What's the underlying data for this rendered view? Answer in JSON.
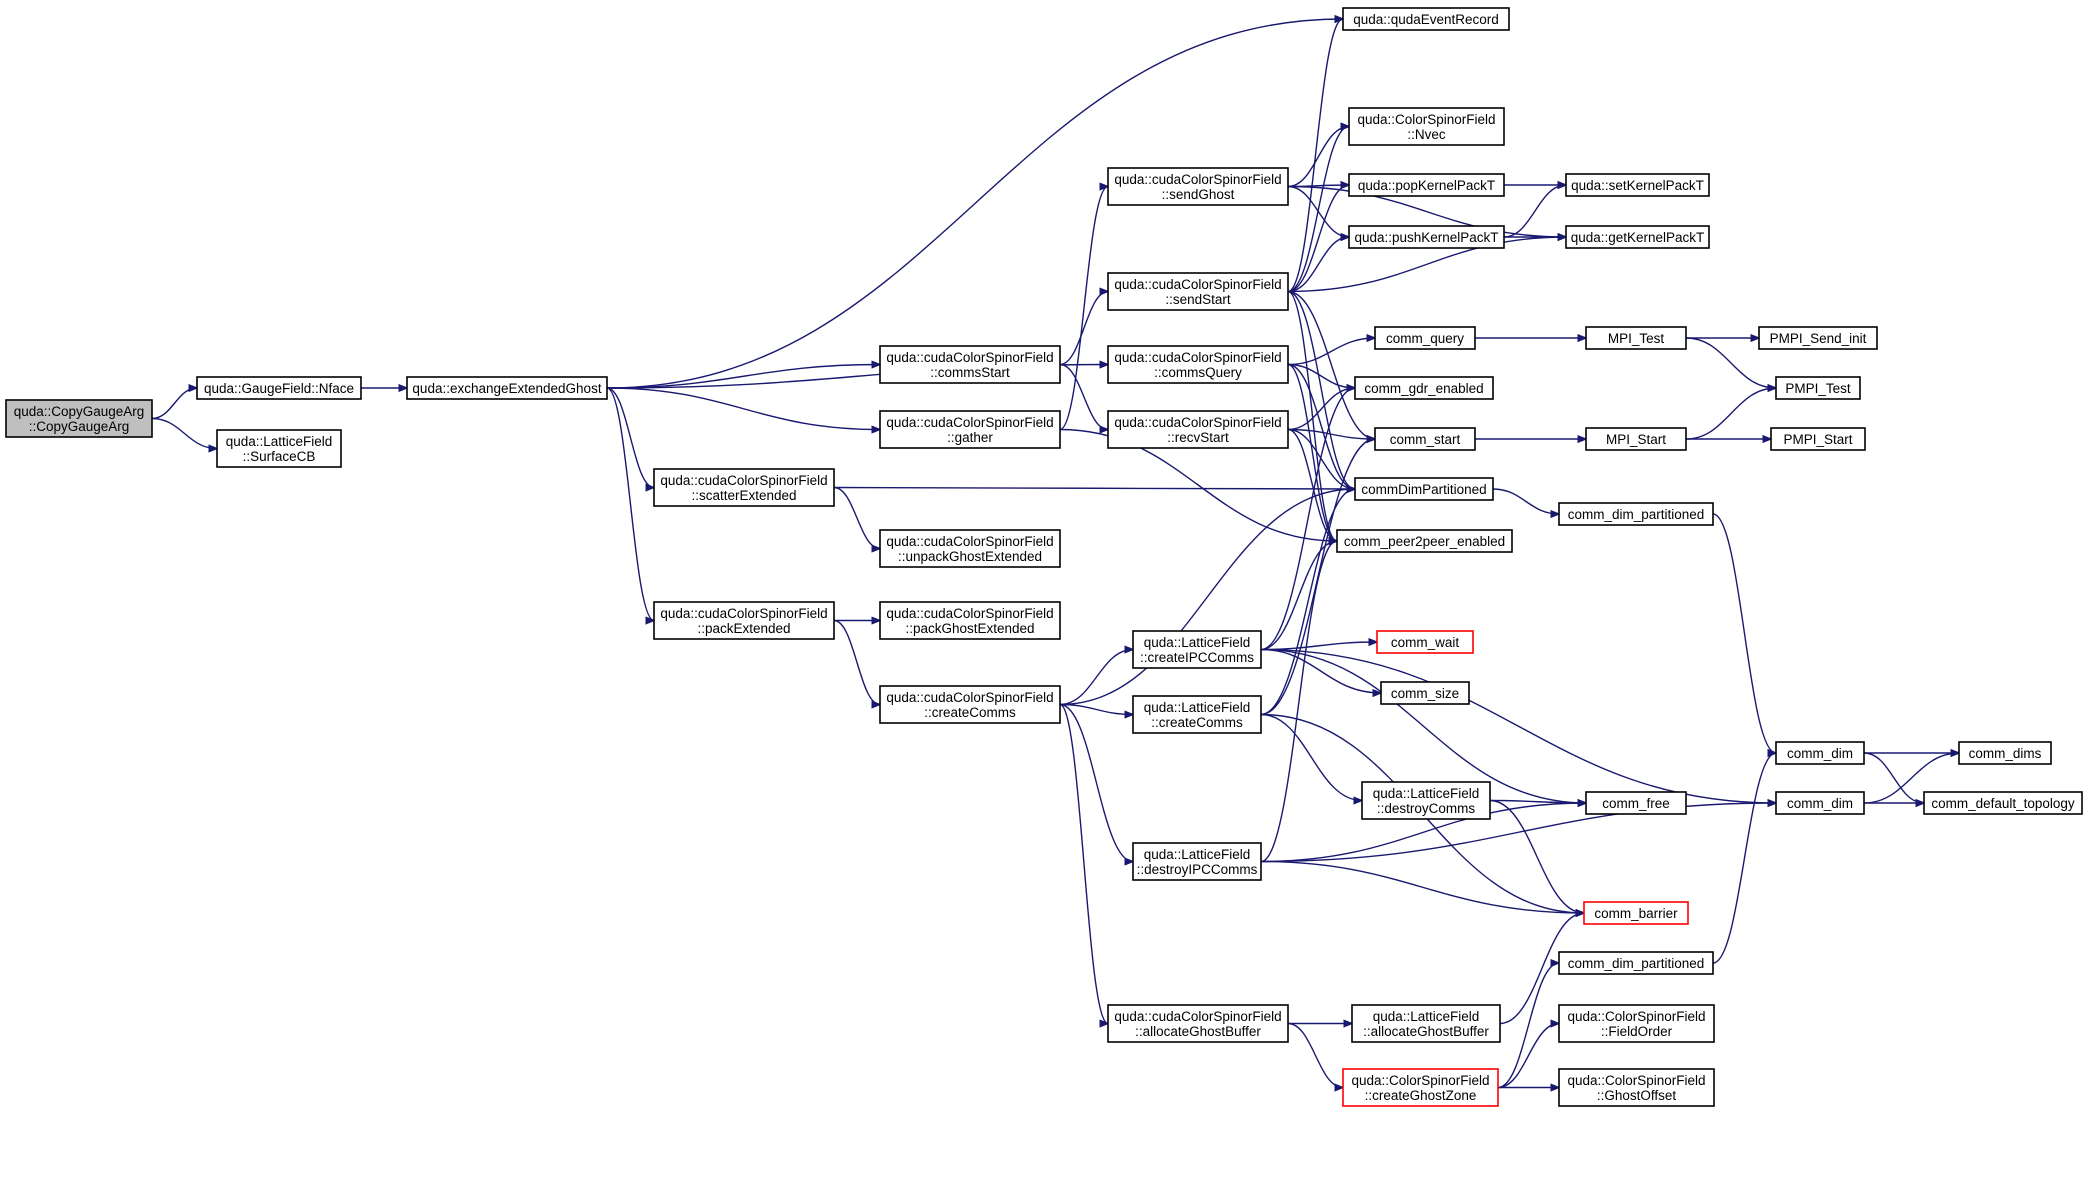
{
  "colors": {
    "edge": "#191970",
    "node_border": "#000000",
    "node_border_truncated": "#ff0000",
    "root_fill": "#bfbfbf",
    "node_fill": "#ffffff",
    "background": "#ffffff"
  },
  "nodes": [
    {
      "id": "copy",
      "lines": [
        "quda::CopyGaugeArg",
        "::CopyGaugeArg"
      ],
      "root": true
    },
    {
      "id": "nface",
      "lines": [
        "quda::GaugeField::Nface"
      ]
    },
    {
      "id": "surfcb",
      "lines": [
        "quda::LatticeField",
        "::SurfaceCB"
      ]
    },
    {
      "id": "exch",
      "lines": [
        "quda::exchangeExtendedGhost"
      ]
    },
    {
      "id": "commsStart",
      "lines": [
        "quda::cudaColorSpinorField",
        "::commsStart"
      ]
    },
    {
      "id": "gather",
      "lines": [
        "quda::cudaColorSpinorField",
        "::gather"
      ]
    },
    {
      "id": "scatterExt",
      "lines": [
        "quda::cudaColorSpinorField",
        "::scatterExtended"
      ]
    },
    {
      "id": "packExt",
      "lines": [
        "quda::cudaColorSpinorField",
        "::packExtended"
      ]
    },
    {
      "id": "unpackGE",
      "lines": [
        "quda::cudaColorSpinorField",
        "::unpackGhostExtended"
      ]
    },
    {
      "id": "packGE",
      "lines": [
        "quda::cudaColorSpinorField",
        "::packGhostExtended"
      ]
    },
    {
      "id": "createComms",
      "lines": [
        "quda::cudaColorSpinorField",
        "::createComms"
      ]
    },
    {
      "id": "sendGhost",
      "lines": [
        "quda::cudaColorSpinorField",
        "::sendGhost"
      ]
    },
    {
      "id": "sendStart",
      "lines": [
        "quda::cudaColorSpinorField",
        "::sendStart"
      ]
    },
    {
      "id": "commsQuery",
      "lines": [
        "quda::cudaColorSpinorField",
        "::commsQuery"
      ]
    },
    {
      "id": "recvStart",
      "lines": [
        "quda::cudaColorSpinorField",
        "::recvStart"
      ]
    },
    {
      "id": "lfCreateIPC",
      "lines": [
        "quda::LatticeField",
        "::createIPCComms"
      ]
    },
    {
      "id": "lfCreateComms",
      "lines": [
        "quda::LatticeField",
        "::createComms"
      ]
    },
    {
      "id": "lfDestroyIPC",
      "lines": [
        "quda::LatticeField",
        "::destroyIPCComms"
      ]
    },
    {
      "id": "allocGB",
      "lines": [
        "quda::cudaColorSpinorField",
        "::allocateGhostBuffer"
      ]
    },
    {
      "id": "qudaEvent",
      "lines": [
        "quda::qudaEventRecord"
      ]
    },
    {
      "id": "nvec",
      "lines": [
        "quda::ColorSpinorField",
        "::Nvec"
      ]
    },
    {
      "id": "popK",
      "lines": [
        "quda::popKernelPackT"
      ]
    },
    {
      "id": "pushK",
      "lines": [
        "quda::pushKernelPackT"
      ]
    },
    {
      "id": "commQuery",
      "lines": [
        "comm_query"
      ]
    },
    {
      "id": "gdr",
      "lines": [
        "comm_gdr_enabled"
      ]
    },
    {
      "id": "commStart",
      "lines": [
        "comm_start"
      ]
    },
    {
      "id": "cdp",
      "lines": [
        "commDimPartitioned"
      ]
    },
    {
      "id": "p2p",
      "lines": [
        "comm_peer2peer_enabled"
      ]
    },
    {
      "id": "commWait",
      "lines": [
        "comm_wait"
      ],
      "truncated": true
    },
    {
      "id": "commSize",
      "lines": [
        "comm_size"
      ]
    },
    {
      "id": "lfDestroyComms",
      "lines": [
        "quda::LatticeField",
        "::destroyComms"
      ]
    },
    {
      "id": "lfAllocGB",
      "lines": [
        "quda::LatticeField",
        "::allocateGhostBuffer"
      ]
    },
    {
      "id": "createGZ",
      "lines": [
        "quda::ColorSpinorField",
        "::createGhostZone"
      ],
      "truncated": true
    },
    {
      "id": "setK",
      "lines": [
        "quda::setKernelPackT"
      ]
    },
    {
      "id": "getK",
      "lines": [
        "quda::getKernelPackT"
      ]
    },
    {
      "id": "mpiTest",
      "lines": [
        "MPI_Test"
      ]
    },
    {
      "id": "mpiStart",
      "lines": [
        "MPI_Start"
      ]
    },
    {
      "id": "cdp2",
      "lines": [
        "comm_dim_partitioned"
      ]
    },
    {
      "id": "commFree",
      "lines": [
        "comm_free"
      ]
    },
    {
      "id": "commBarrier",
      "lines": [
        "comm_barrier"
      ],
      "truncated": true
    },
    {
      "id": "cdp3",
      "lines": [
        "comm_dim_partitioned"
      ]
    },
    {
      "id": "fieldOrder",
      "lines": [
        "quda::ColorSpinorField",
        "::FieldOrder"
      ]
    },
    {
      "id": "ghostOffset",
      "lines": [
        "quda::ColorSpinorField",
        "::GhostOffset"
      ]
    },
    {
      "id": "pmpiSendInit",
      "lines": [
        "PMPI_Send_init"
      ]
    },
    {
      "id": "pmpiTest",
      "lines": [
        "PMPI_Test"
      ]
    },
    {
      "id": "pmpiStart",
      "lines": [
        "PMPI_Start"
      ]
    },
    {
      "id": "commDim1",
      "lines": [
        "comm_dim"
      ]
    },
    {
      "id": "commDim2",
      "lines": [
        "comm_dim"
      ]
    },
    {
      "id": "commDims",
      "lines": [
        "comm_dims"
      ]
    },
    {
      "id": "commDefTopo",
      "lines": [
        "comm_default_topology"
      ]
    }
  ],
  "edges": [
    [
      "copy",
      "nface"
    ],
    [
      "copy",
      "surfcb"
    ],
    [
      "nface",
      "exch"
    ],
    [
      "exch",
      "qudaEvent"
    ],
    [
      "exch",
      "commsStart"
    ],
    [
      "exch",
      "gather"
    ],
    [
      "exch",
      "commsQuery"
    ],
    [
      "exch",
      "scatterExt"
    ],
    [
      "exch",
      "packExt"
    ],
    [
      "commsStart",
      "sendStart"
    ],
    [
      "commsStart",
      "recvStart"
    ],
    [
      "gather",
      "sendGhost"
    ],
    [
      "gather",
      "p2p"
    ],
    [
      "scatterExt",
      "cdp"
    ],
    [
      "scatterExt",
      "unpackGE"
    ],
    [
      "packExt",
      "packGE"
    ],
    [
      "packExt",
      "createComms"
    ],
    [
      "createComms",
      "cdp"
    ],
    [
      "createComms",
      "lfCreateIPC"
    ],
    [
      "createComms",
      "lfCreateComms"
    ],
    [
      "createComms",
      "lfDestroyIPC"
    ],
    [
      "createComms",
      "allocGB"
    ],
    [
      "sendGhost",
      "nvec"
    ],
    [
      "sendGhost",
      "popK"
    ],
    [
      "sendGhost",
      "pushK"
    ],
    [
      "sendGhost",
      "getK"
    ],
    [
      "sendStart",
      "qudaEvent"
    ],
    [
      "sendStart",
      "nvec"
    ],
    [
      "sendStart",
      "popK"
    ],
    [
      "sendStart",
      "pushK"
    ],
    [
      "sendStart",
      "getK"
    ],
    [
      "sendStart",
      "commStart"
    ],
    [
      "sendStart",
      "cdp"
    ],
    [
      "sendStart",
      "p2p"
    ],
    [
      "commsQuery",
      "commQuery"
    ],
    [
      "commsQuery",
      "gdr"
    ],
    [
      "commsQuery",
      "cdp"
    ],
    [
      "commsQuery",
      "p2p"
    ],
    [
      "recvStart",
      "gdr"
    ],
    [
      "recvStart",
      "commStart"
    ],
    [
      "recvStart",
      "cdp"
    ],
    [
      "recvStart",
      "p2p"
    ],
    [
      "lfCreateIPC",
      "gdr"
    ],
    [
      "lfCreateIPC",
      "p2p"
    ],
    [
      "lfCreateIPC",
      "commWait"
    ],
    [
      "lfCreateIPC",
      "commSize"
    ],
    [
      "lfCreateIPC",
      "commFree"
    ],
    [
      "lfCreateIPC",
      "commDim2"
    ],
    [
      "lfCreateComms",
      "commStart"
    ],
    [
      "lfCreateComms",
      "cdp"
    ],
    [
      "lfCreateComms",
      "lfDestroyComms"
    ],
    [
      "lfCreateComms",
      "commBarrier"
    ],
    [
      "lfDestroyIPC",
      "p2p"
    ],
    [
      "lfDestroyIPC",
      "commFree"
    ],
    [
      "lfDestroyIPC",
      "commBarrier"
    ],
    [
      "lfDestroyIPC",
      "commDim2"
    ],
    [
      "allocGB",
      "lfAllocGB"
    ],
    [
      "allocGB",
      "createGZ"
    ],
    [
      "popK",
      "setK"
    ],
    [
      "pushK",
      "setK"
    ],
    [
      "pushK",
      "getK"
    ],
    [
      "commQuery",
      "mpiTest"
    ],
    [
      "commStart",
      "mpiStart"
    ],
    [
      "cdp",
      "cdp2"
    ],
    [
      "lfDestroyComms",
      "commFree"
    ],
    [
      "lfDestroyComms",
      "commBarrier"
    ],
    [
      "lfAllocGB",
      "commBarrier"
    ],
    [
      "createGZ",
      "cdp3"
    ],
    [
      "createGZ",
      "fieldOrder"
    ],
    [
      "createGZ",
      "ghostOffset"
    ],
    [
      "mpiTest",
      "pmpiSendInit"
    ],
    [
      "mpiTest",
      "pmpiTest"
    ],
    [
      "mpiStart",
      "pmpiTest"
    ],
    [
      "mpiStart",
      "pmpiStart"
    ],
    [
      "cdp2",
      "commDim1"
    ],
    [
      "cdp3",
      "commDim1"
    ],
    [
      "commDim1",
      "commDims"
    ],
    [
      "commDim1",
      "commDefTopo"
    ],
    [
      "commDim2",
      "commDims"
    ],
    [
      "commDim2",
      "commDefTopo"
    ]
  ]
}
